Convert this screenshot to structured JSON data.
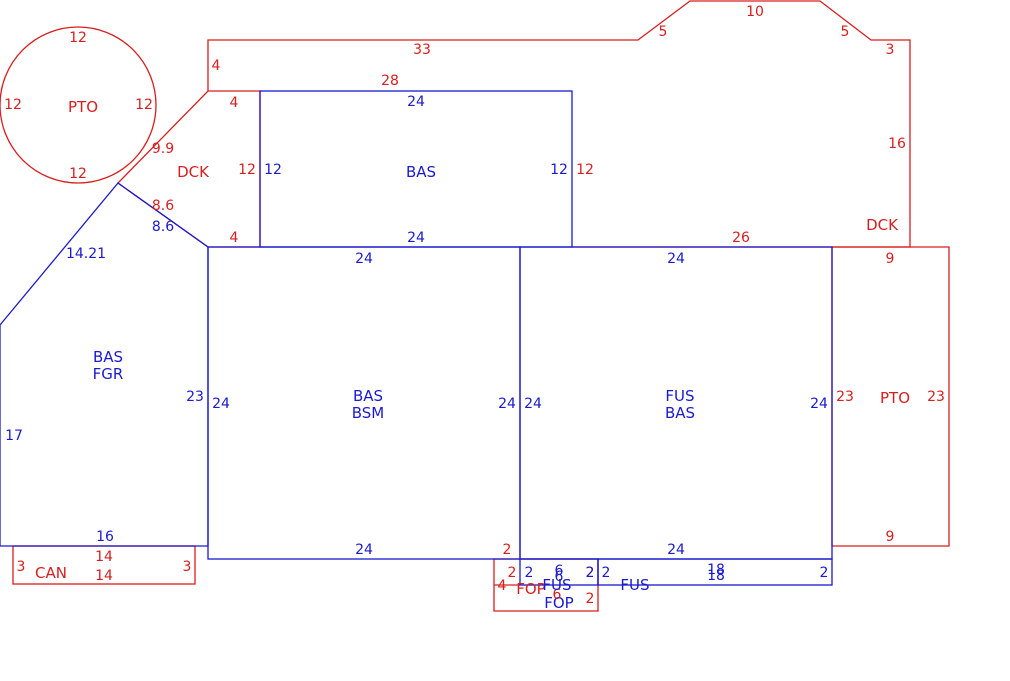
{
  "colors": {
    "red": "#d81e1e",
    "blue": "#1a1ad0",
    "background": "#ffffff"
  },
  "areas": {
    "pto_circle": {
      "code": "PTO",
      "top": "12",
      "left": "12",
      "right": "12",
      "bottom": "12"
    },
    "deck_left": {
      "code": "DCK",
      "diag": "9.9",
      "top": "4",
      "left": "4",
      "side": "12",
      "bottom": "4",
      "lower_diag": "8.6"
    },
    "bas_top": {
      "code": "BAS",
      "top": "24",
      "left": "12",
      "right": "12",
      "bottom": "24"
    },
    "deck_top": {
      "code": "DCK",
      "top": "33",
      "left": "4",
      "inner_top": "28",
      "bevel_left": "5",
      "peak": "10",
      "bevel_right": "5",
      "right_top": "3",
      "right": "16",
      "right_inner": "12",
      "bottom": "26"
    },
    "bas_fgr": {
      "code_line1": "BAS",
      "code_line2": "FGR",
      "diag": "14.21",
      "upper_diag": "8.6",
      "left": "17",
      "right": "23",
      "bottom": "16"
    },
    "bas_bsm": {
      "code_line1": "BAS",
      "code_line2": "BSM",
      "top": "24",
      "left": "24",
      "right": "24",
      "bottom": "24",
      "corner": "2"
    },
    "fus_bas": {
      "code_line1": "FUS",
      "code_line2": "BAS",
      "top": "24",
      "left": "24",
      "right": "24",
      "bottom": "24"
    },
    "pto_right": {
      "code": "PTO",
      "top": "9",
      "left": "23",
      "right": "23",
      "bottom": "9"
    },
    "can": {
      "code": "CAN",
      "top": "14",
      "bottom": "14",
      "left": "3",
      "right": "3"
    },
    "fop": {
      "code_top": "FOP",
      "code_bottom": "FOP",
      "left": "4",
      "top_left": "2",
      "right": "2",
      "bottom": "6",
      "mid": "2"
    },
    "fus_small": {
      "code": "FUS",
      "top": "6",
      "left": "2",
      "right": "2",
      "bottom": "6"
    },
    "fus_strip": {
      "code": "FUS",
      "left": "2",
      "top": "18",
      "bottom": "18",
      "right": "2"
    }
  }
}
